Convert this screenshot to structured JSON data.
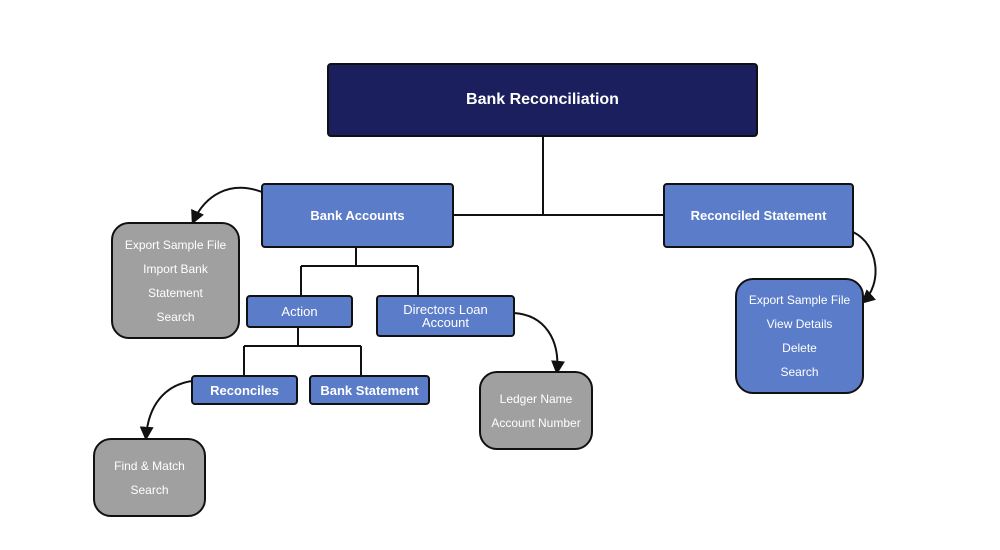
{
  "root": {
    "label": "Bank Reconciliation"
  },
  "bank_accounts": {
    "label": "Bank Accounts",
    "items": [
      "Export Sample File",
      "Import Bank",
      "Statement",
      "Search"
    ]
  },
  "reconciled_statement": {
    "label": "Reconciled Statement",
    "items": [
      "Export Sample File",
      "View Details",
      "Delete",
      "Search"
    ]
  },
  "action": {
    "label": "Action"
  },
  "directors_loan": {
    "label_line1": "Directors Loan",
    "label_line2": "Account",
    "items": [
      "Ledger Name",
      "Account Number"
    ]
  },
  "reconciles": {
    "label": "Reconciles",
    "items": [
      "Find & Match",
      "Search"
    ]
  },
  "bank_statement": {
    "label": "Bank Statement"
  },
  "colors": {
    "navy": "#1b1f5e",
    "blue": "#5b7cc8",
    "grey": "#a0a0a0",
    "line": "#111111"
  }
}
